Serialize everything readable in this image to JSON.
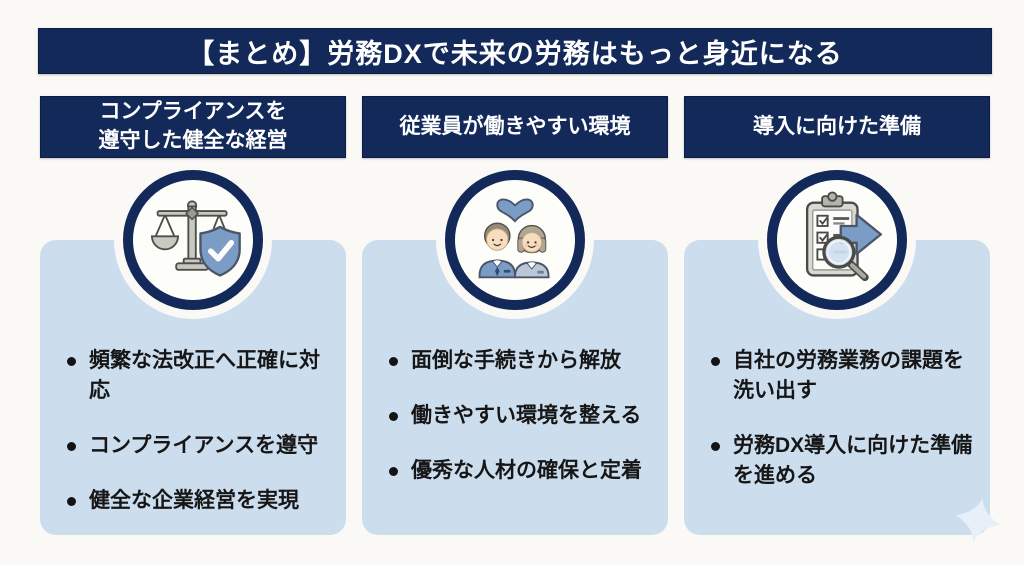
{
  "title": "【まとめ】労務DXで未来の労務はもっと身近になる",
  "colors": {
    "navy": "#13295a",
    "card_blue": "#ccddee",
    "accent_blue": "#7b9cc4",
    "background": "#fbf9f6",
    "text": "#161616"
  },
  "columns": [
    {
      "header": "コンプライアンスを\n遵守した健全な経営",
      "icon": "scale-shield-icon",
      "bullets": [
        "頻繁な法改正へ正確に対応",
        "コンプライアンスを遵守",
        "健全な企業経営を実現"
      ]
    },
    {
      "header": "従業員が働きやすい環境",
      "icon": "couple-heart-icon",
      "bullets": [
        "面倒な手続きから解放",
        "働きやすい環境を整える",
        "優秀な人材の確保と定着"
      ]
    },
    {
      "header": "導入に向けた準備",
      "icon": "clipboard-search-arrow-icon",
      "bullets": [
        "自社の労務業務の課題を洗い出す",
        "労務DX導入に向けた準備を進める"
      ]
    }
  ]
}
